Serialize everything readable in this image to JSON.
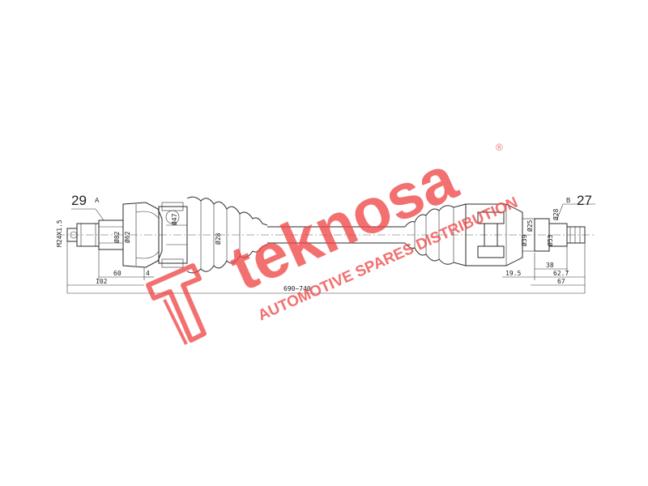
{
  "part_numbers": {
    "left": "29",
    "right": "27"
  },
  "section_labels": {
    "left": "A",
    "right": "B"
  },
  "thread": "M24X1.5",
  "diameters": {
    "outer_seal": "Ø82",
    "outer_inner": "Ø62",
    "outer_joint": "Ø47",
    "left_boot": "Ø28",
    "right_boot": "Ø28",
    "inner_joint_a": "Ø39",
    "inner_joint_b": "Ø25",
    "right_stub": "Ø53"
  },
  "dimensions": {
    "total_length": "690~740",
    "left_102": "102",
    "left_60": "60",
    "left_4": "4",
    "right_19_5": "19.5",
    "right_38": "38",
    "right_62_7": "62.7",
    "right_67": "67"
  },
  "watermark": {
    "brand": "teknosa",
    "tagline": "AUTOMOTIVE SPARES DISTRIBUTION",
    "registered": "®",
    "color": "#f04848"
  }
}
